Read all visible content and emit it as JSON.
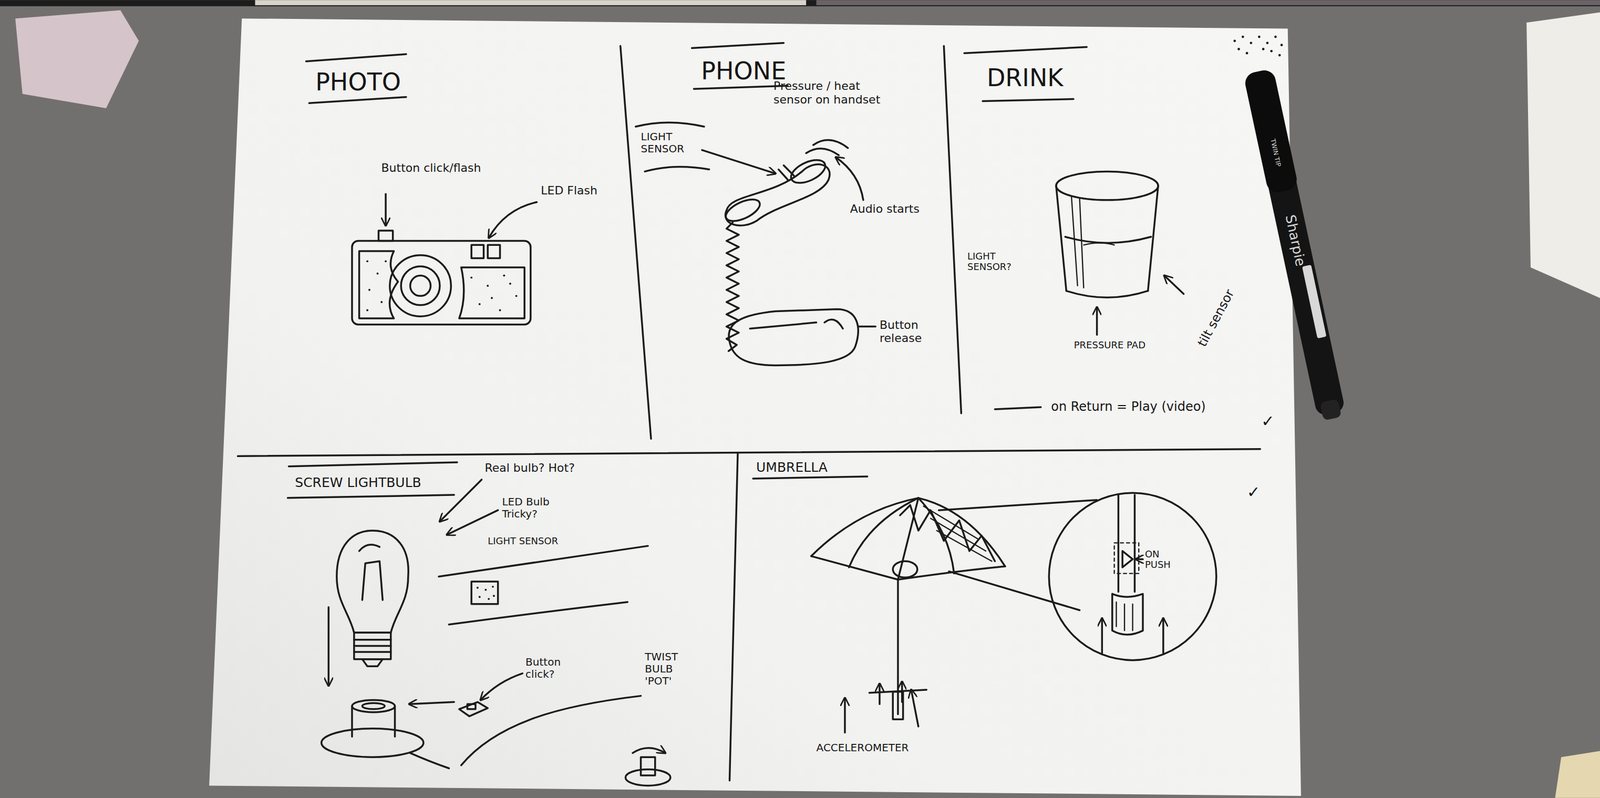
{
  "diagram": {
    "nodes": [
      {
        "text": [
          "PHOTO"
        ]
      },
      {
        "text": [
          "PHONE"
        ]
      },
      {
        "text": [
          "DRINK"
        ]
      },
      {
        "text": [
          "SCREW LIGHTBULB"
        ]
      },
      {
        "text": [
          "UMBRELLA"
        ]
      }
    ],
    "labels": [
      "Button click/flash",
      "LED Flash",
      "LIGHT SENSOR",
      "Pressure / heat sensor on handset",
      "Audio starts",
      "Button release",
      "LIGHT SENSOR?",
      "PRESSURE PAD",
      "tilt sensor",
      "on Return = Play (video)",
      "✓",
      "Real bulb? Hot?",
      "LED Bulb Tricky?",
      "LIGHT SENSOR",
      "Button click?",
      "TWIST BULB 'POT'",
      "ON PUSH",
      "ACCELEROMETER",
      "✓",
      "Sharpie",
      "TWIN TIP"
    ]
  }
}
